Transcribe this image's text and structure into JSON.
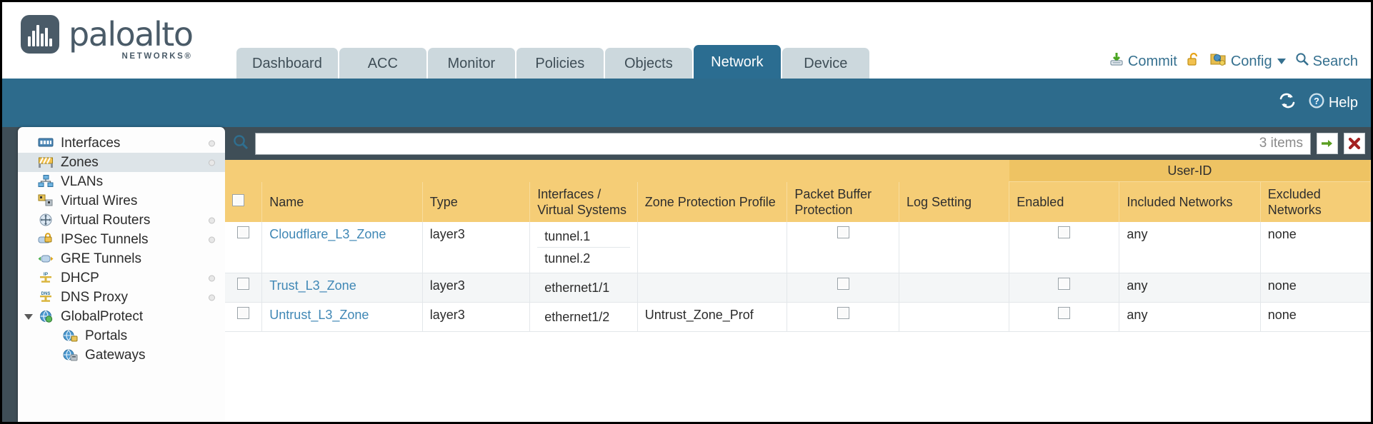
{
  "brand": {
    "word": "paloalto",
    "sub": "NETWORKS®"
  },
  "tabs": [
    {
      "label": "Dashboard",
      "active": false
    },
    {
      "label": "ACC",
      "active": false
    },
    {
      "label": "Monitor",
      "active": false
    },
    {
      "label": "Policies",
      "active": false
    },
    {
      "label": "Objects",
      "active": false
    },
    {
      "label": "Network",
      "active": true
    },
    {
      "label": "Device",
      "active": false
    }
  ],
  "top_actions": {
    "commit": "Commit",
    "lock": "",
    "config": "Config",
    "search": "Search"
  },
  "band": {
    "help": "Help"
  },
  "sidebar": {
    "items": [
      {
        "label": "Interfaces",
        "icon": "interfaces-icon",
        "selected": false,
        "dot": true,
        "indent": false,
        "arrow": ""
      },
      {
        "label": "Zones",
        "icon": "zones-icon",
        "selected": true,
        "dot": true,
        "indent": false,
        "arrow": ""
      },
      {
        "label": "VLANs",
        "icon": "vlans-icon",
        "selected": false,
        "dot": false,
        "indent": false,
        "arrow": ""
      },
      {
        "label": "Virtual Wires",
        "icon": "virtual-wires-icon",
        "selected": false,
        "dot": false,
        "indent": false,
        "arrow": ""
      },
      {
        "label": "Virtual Routers",
        "icon": "virtual-routers-icon",
        "selected": false,
        "dot": true,
        "indent": false,
        "arrow": ""
      },
      {
        "label": "IPSec Tunnels",
        "icon": "ipsec-tunnels-icon",
        "selected": false,
        "dot": true,
        "indent": false,
        "arrow": ""
      },
      {
        "label": "GRE Tunnels",
        "icon": "gre-tunnels-icon",
        "selected": false,
        "dot": false,
        "indent": false,
        "arrow": ""
      },
      {
        "label": "DHCP",
        "icon": "dhcp-icon",
        "selected": false,
        "dot": true,
        "indent": false,
        "arrow": ""
      },
      {
        "label": "DNS Proxy",
        "icon": "dns-proxy-icon",
        "selected": false,
        "dot": true,
        "indent": false,
        "arrow": ""
      },
      {
        "label": "GlobalProtect",
        "icon": "globalprotect-icon",
        "selected": false,
        "dot": false,
        "indent": false,
        "arrow": "open"
      },
      {
        "label": "Portals",
        "icon": "portals-icon",
        "selected": false,
        "dot": false,
        "indent": true,
        "arrow": ""
      },
      {
        "label": "Gateways",
        "icon": "gateways-icon",
        "selected": false,
        "dot": false,
        "indent": true,
        "arrow": ""
      }
    ]
  },
  "search": {
    "value": "",
    "placeholder": "",
    "items_count": "3 items"
  },
  "table": {
    "group_header": "User-ID",
    "columns": [
      "Name",
      "Type",
      "Interfaces / Virtual Systems",
      "Zone Protection Profile",
      "Packet Buffer Protection",
      "Log Setting",
      "Enabled",
      "Included Networks",
      "Excluded Networks"
    ],
    "rows": [
      {
        "name": "Cloudflare_L3_Zone",
        "type": "layer3",
        "interfaces": [
          "tunnel.1",
          "tunnel.2"
        ],
        "zone_protection_profile": "",
        "packet_buffer_protection": false,
        "log_setting": "",
        "userid_enabled": false,
        "included_networks": "any",
        "excluded_networks": "none"
      },
      {
        "name": "Trust_L3_Zone",
        "type": "layer3",
        "interfaces": [
          "ethernet1/1"
        ],
        "zone_protection_profile": "",
        "packet_buffer_protection": false,
        "log_setting": "",
        "userid_enabled": false,
        "included_networks": "any",
        "excluded_networks": "none"
      },
      {
        "name": "Untrust_L3_Zone",
        "type": "layer3",
        "interfaces": [
          "ethernet1/2"
        ],
        "zone_protection_profile": "Untrust_Zone_Prof",
        "packet_buffer_protection": false,
        "log_setting": "",
        "userid_enabled": false,
        "included_networks": "any",
        "excluded_networks": "none"
      }
    ]
  },
  "colors": {
    "brand_slate": "#4a5b68",
    "band_blue": "#2d6b8c",
    "tab_active": "#2b6d91",
    "tab_idle": "#ccd8dd",
    "header_amber": "#f5cd76",
    "group_amber": "#eec363",
    "link_blue": "#3f87b5",
    "body_dark": "#3f4e57"
  }
}
